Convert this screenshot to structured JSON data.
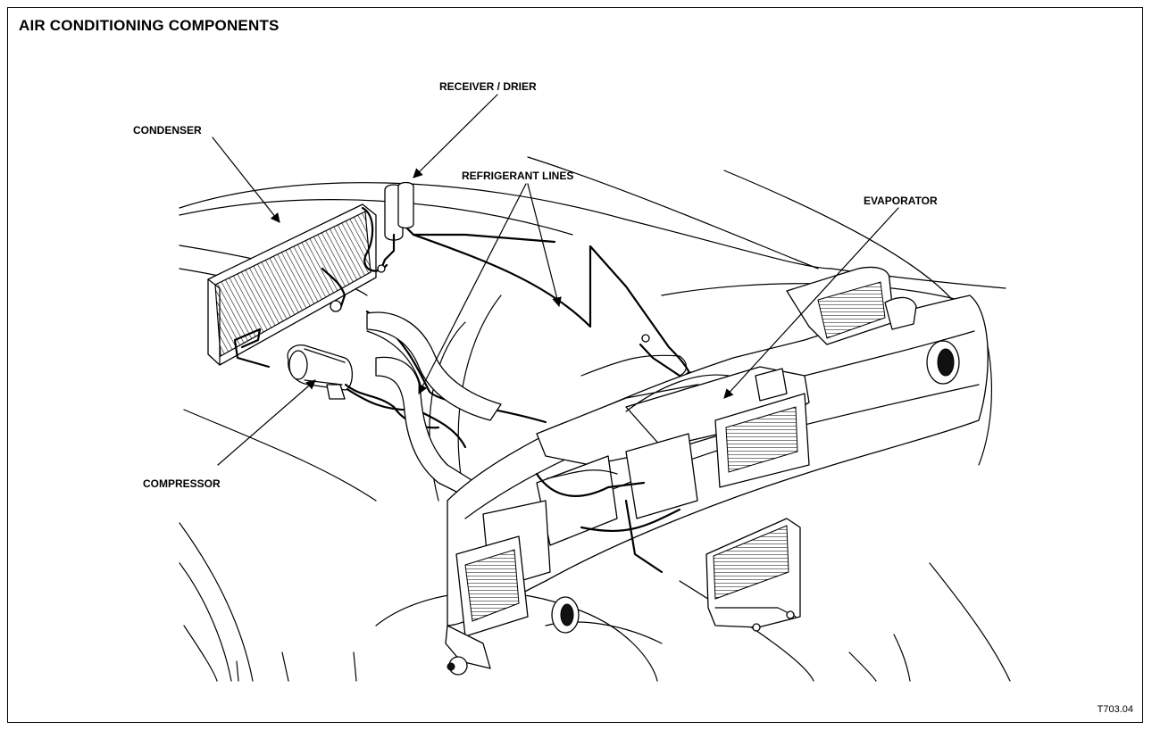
{
  "title": "AIR CONDITIONING COMPONENTS",
  "labels": {
    "receiver_drier": "RECEIVER / DRIER",
    "condenser": "CONDENSER",
    "refrigerant_lines": "REFRIGERANT LINES",
    "evaporator": "EVAPORATOR",
    "compressor": "COMPRESSOR"
  },
  "figure_ref": "T703.04"
}
